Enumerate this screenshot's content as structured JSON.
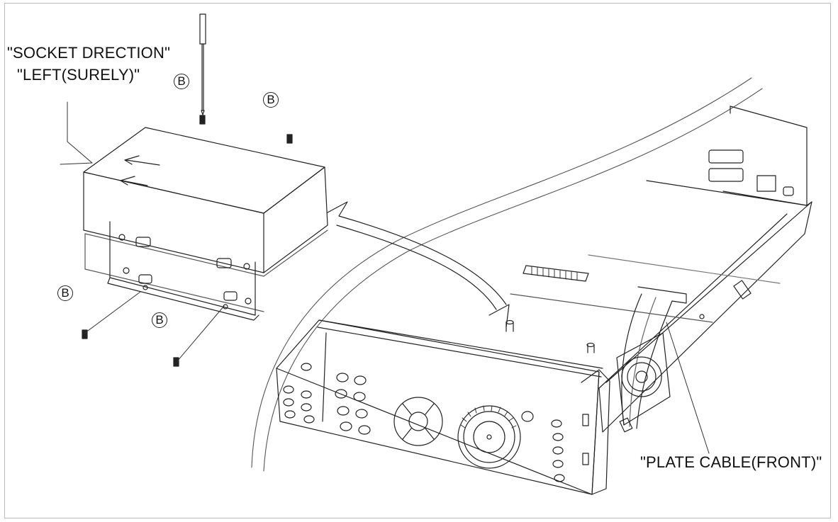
{
  "labels": {
    "socket_direction": "\"SOCKET DRECTION\"",
    "left_surely": "\"LEFT(SURELY)\"",
    "plate_cable": "\"PLATE CABLE(FRONT)\""
  },
  "callouts": [
    "B",
    "B",
    "B",
    "B"
  ],
  "colors": {
    "line": "#222222",
    "frame": "#b9b9b9",
    "background": "#ffffff"
  }
}
